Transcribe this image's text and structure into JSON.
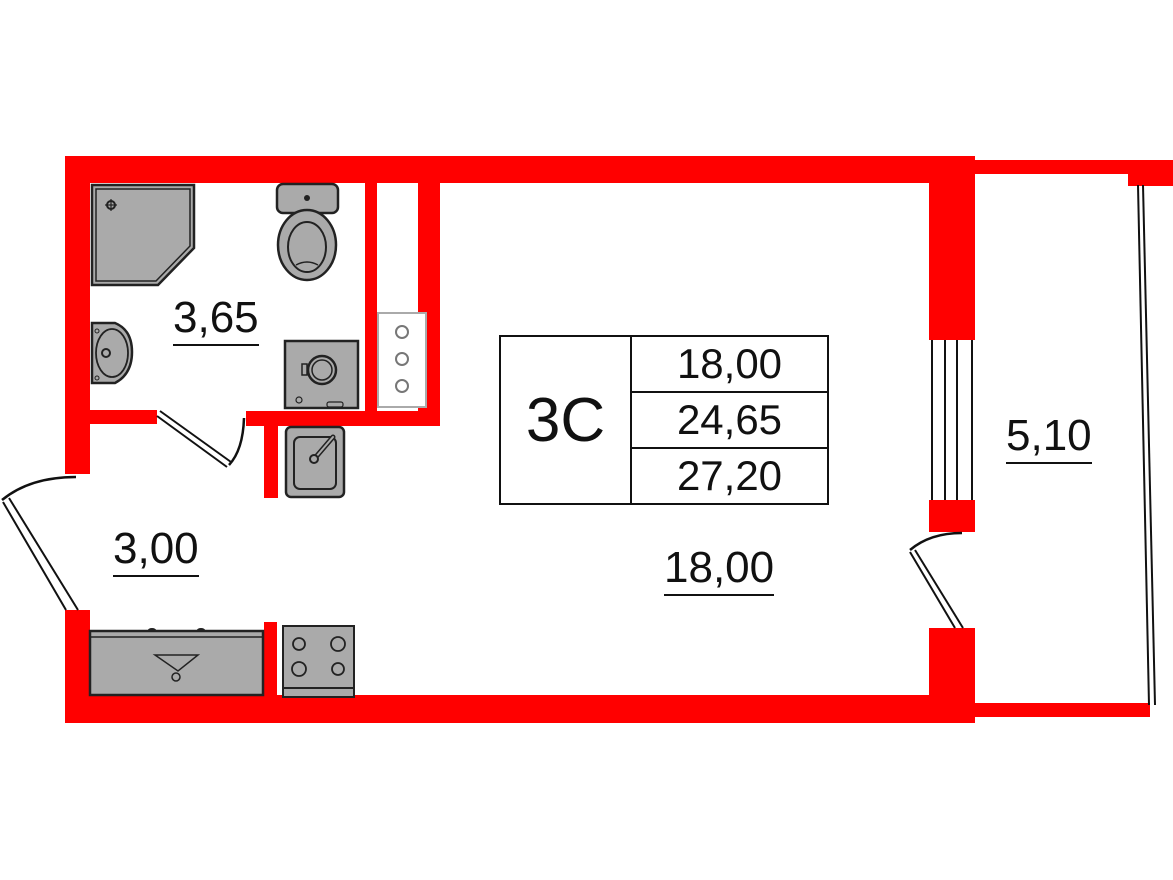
{
  "plan": {
    "apartment_type": "3C",
    "summary": {
      "living_area": "18,00",
      "area_without_balcony": "24,65",
      "total_area": "27,20"
    },
    "rooms": [
      {
        "name": "bathroom",
        "area": "3,65"
      },
      {
        "name": "hallway",
        "area": "3,00"
      },
      {
        "name": "living-room",
        "area": "18,00"
      },
      {
        "name": "balcony",
        "area": "5,10"
      }
    ],
    "colors": {
      "wall": "#ff0000",
      "fixture_fill": "#aaaaaa",
      "fixture_stroke": "#222222",
      "text": "#111111"
    },
    "fixtures": [
      "shower",
      "toilet",
      "washbasin",
      "washing-machine",
      "riser",
      "kitchen-sink",
      "kitchen-counter",
      "stove"
    ]
  }
}
